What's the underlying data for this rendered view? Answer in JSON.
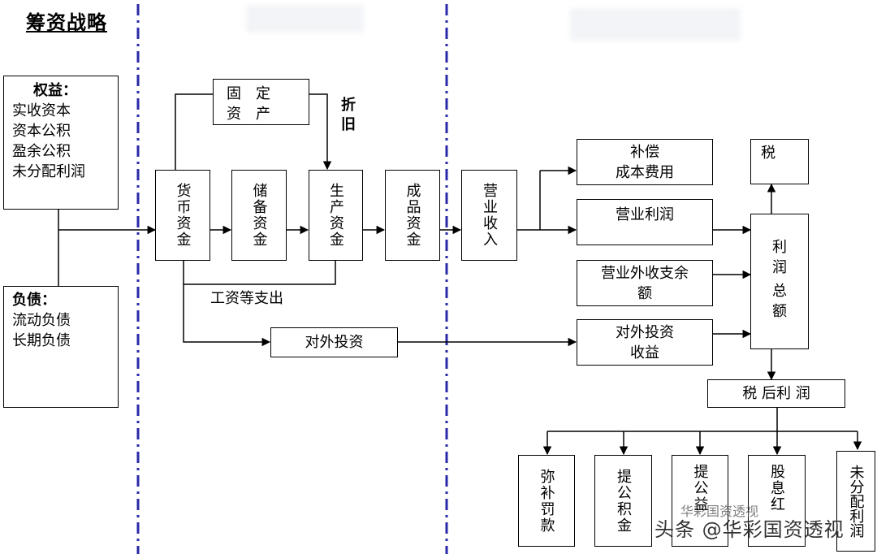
{
  "title": "筹资战略",
  "equity": {
    "heading": "权益：",
    "items": [
      "实收资本",
      "资本公积",
      "盈余公积",
      "未分配利润"
    ]
  },
  "liabilities": {
    "heading": "负债：",
    "items": [
      "流动负债",
      "长期负债"
    ]
  },
  "fixed_assets": {
    "line1": "固　定",
    "line2": "资　产"
  },
  "depreciation": {
    "line1": "折",
    "line2": "旧"
  },
  "funds": {
    "monetary": "货币资金",
    "reserve": "储备资金",
    "production": "生产资金",
    "finished": "成品资金"
  },
  "revenue": "营业收入",
  "wages": "工资等支出",
  "external_investment": "对外投资",
  "compensation": {
    "line1": "补偿",
    "line2": "成本费用"
  },
  "operating_profit": "营业利润",
  "non_operating": {
    "line1": "营业外收支余",
    "line2": "额"
  },
  "investment_income": {
    "line1": "对外投资",
    "line2": "收益"
  },
  "tax": "税",
  "total_profit": {
    "line1": "利",
    "line2": "润",
    "line3": "总",
    "line4": "额"
  },
  "after_tax_profit": "税 后利 润",
  "distributions": {
    "d1": "弥补罚款",
    "d2": "提公积金",
    "d3": "提公益",
    "d4": "股息红",
    "d5": "未分配利润"
  },
  "watermark": {
    "main": "头条 @华彩国资透视",
    "faint": "华彩国资透视"
  },
  "colors": {
    "divider": "#2a2aa8",
    "line": "#000000"
  }
}
